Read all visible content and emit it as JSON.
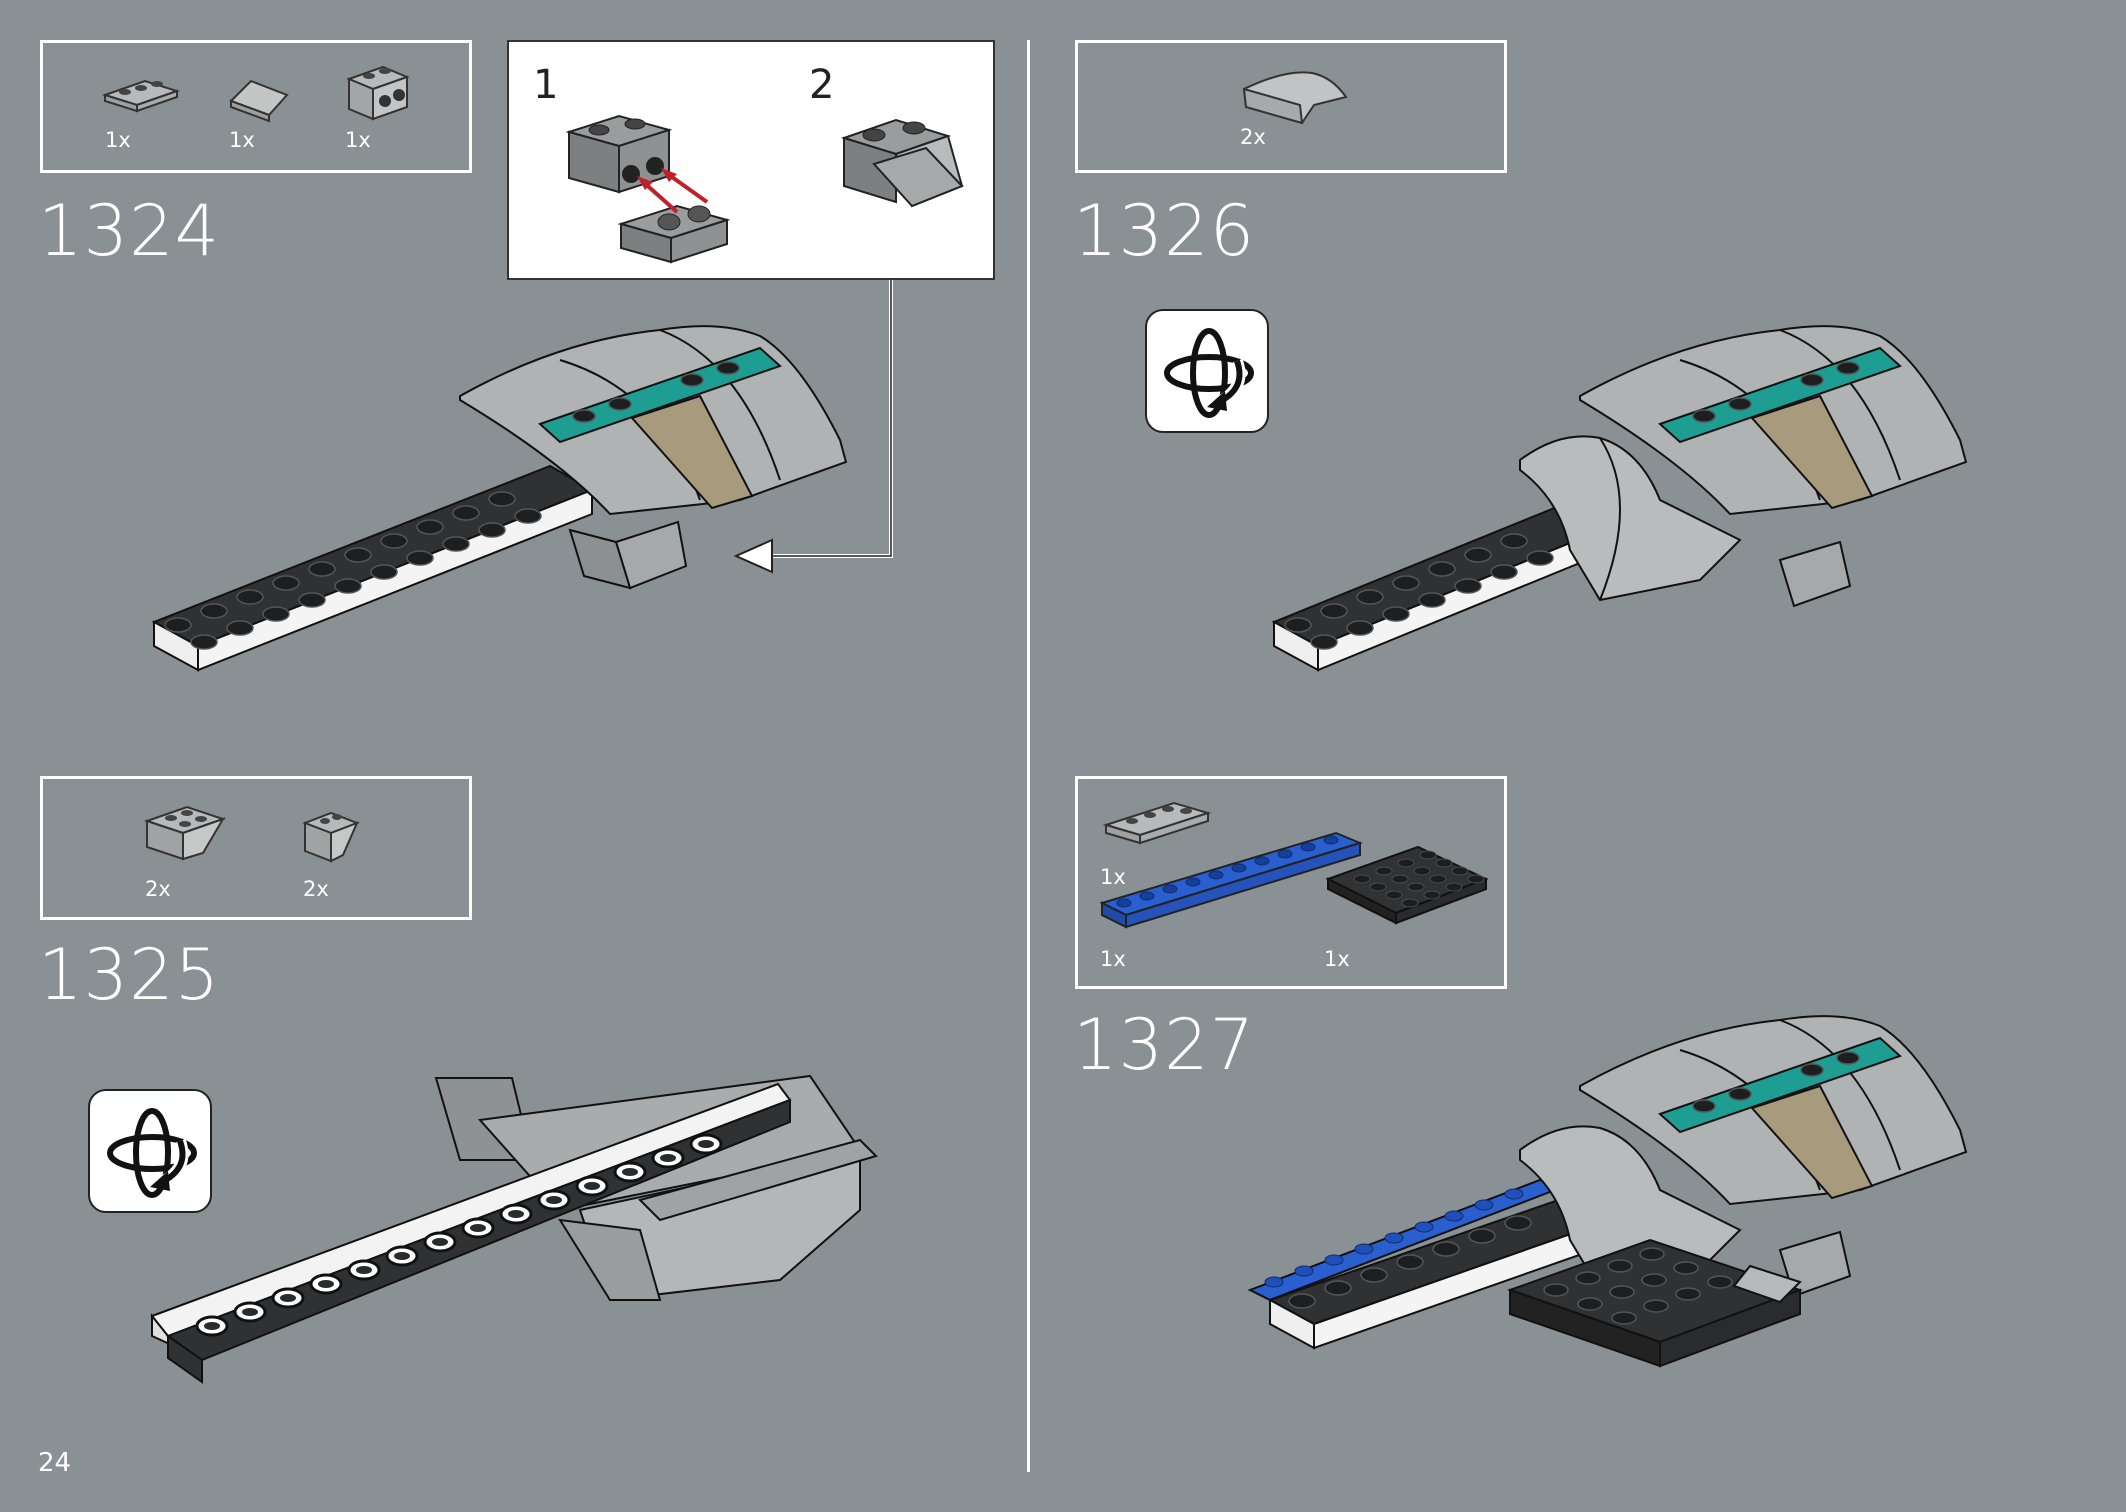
{
  "page_number": "24",
  "steps": [
    {
      "number": "1324",
      "parts": [
        {
          "qty": "1x"
        },
        {
          "qty": "1x"
        },
        {
          "qty": "1x"
        }
      ]
    },
    {
      "number": "1325",
      "parts": [
        {
          "qty": "2x"
        },
        {
          "qty": "2x"
        }
      ]
    },
    {
      "number": "1326",
      "parts": [
        {
          "qty": "2x"
        }
      ]
    },
    {
      "number": "1327",
      "parts": [
        {
          "qty": "1x"
        },
        {
          "qty": "1x"
        },
        {
          "qty": "1x"
        }
      ]
    }
  ],
  "callout": {
    "sub_step_1": "1",
    "sub_step_2": "2"
  },
  "icons": {
    "rotate": "rotate-model-icon",
    "arrow": "insert-arrow-icon"
  },
  "colors": {
    "background": "#8a9194",
    "teal": "#1e9e93",
    "tan": "#a89a7d",
    "blue": "#2a5fd0",
    "dark": "#303234",
    "light_gray": "#b5b8b8"
  }
}
